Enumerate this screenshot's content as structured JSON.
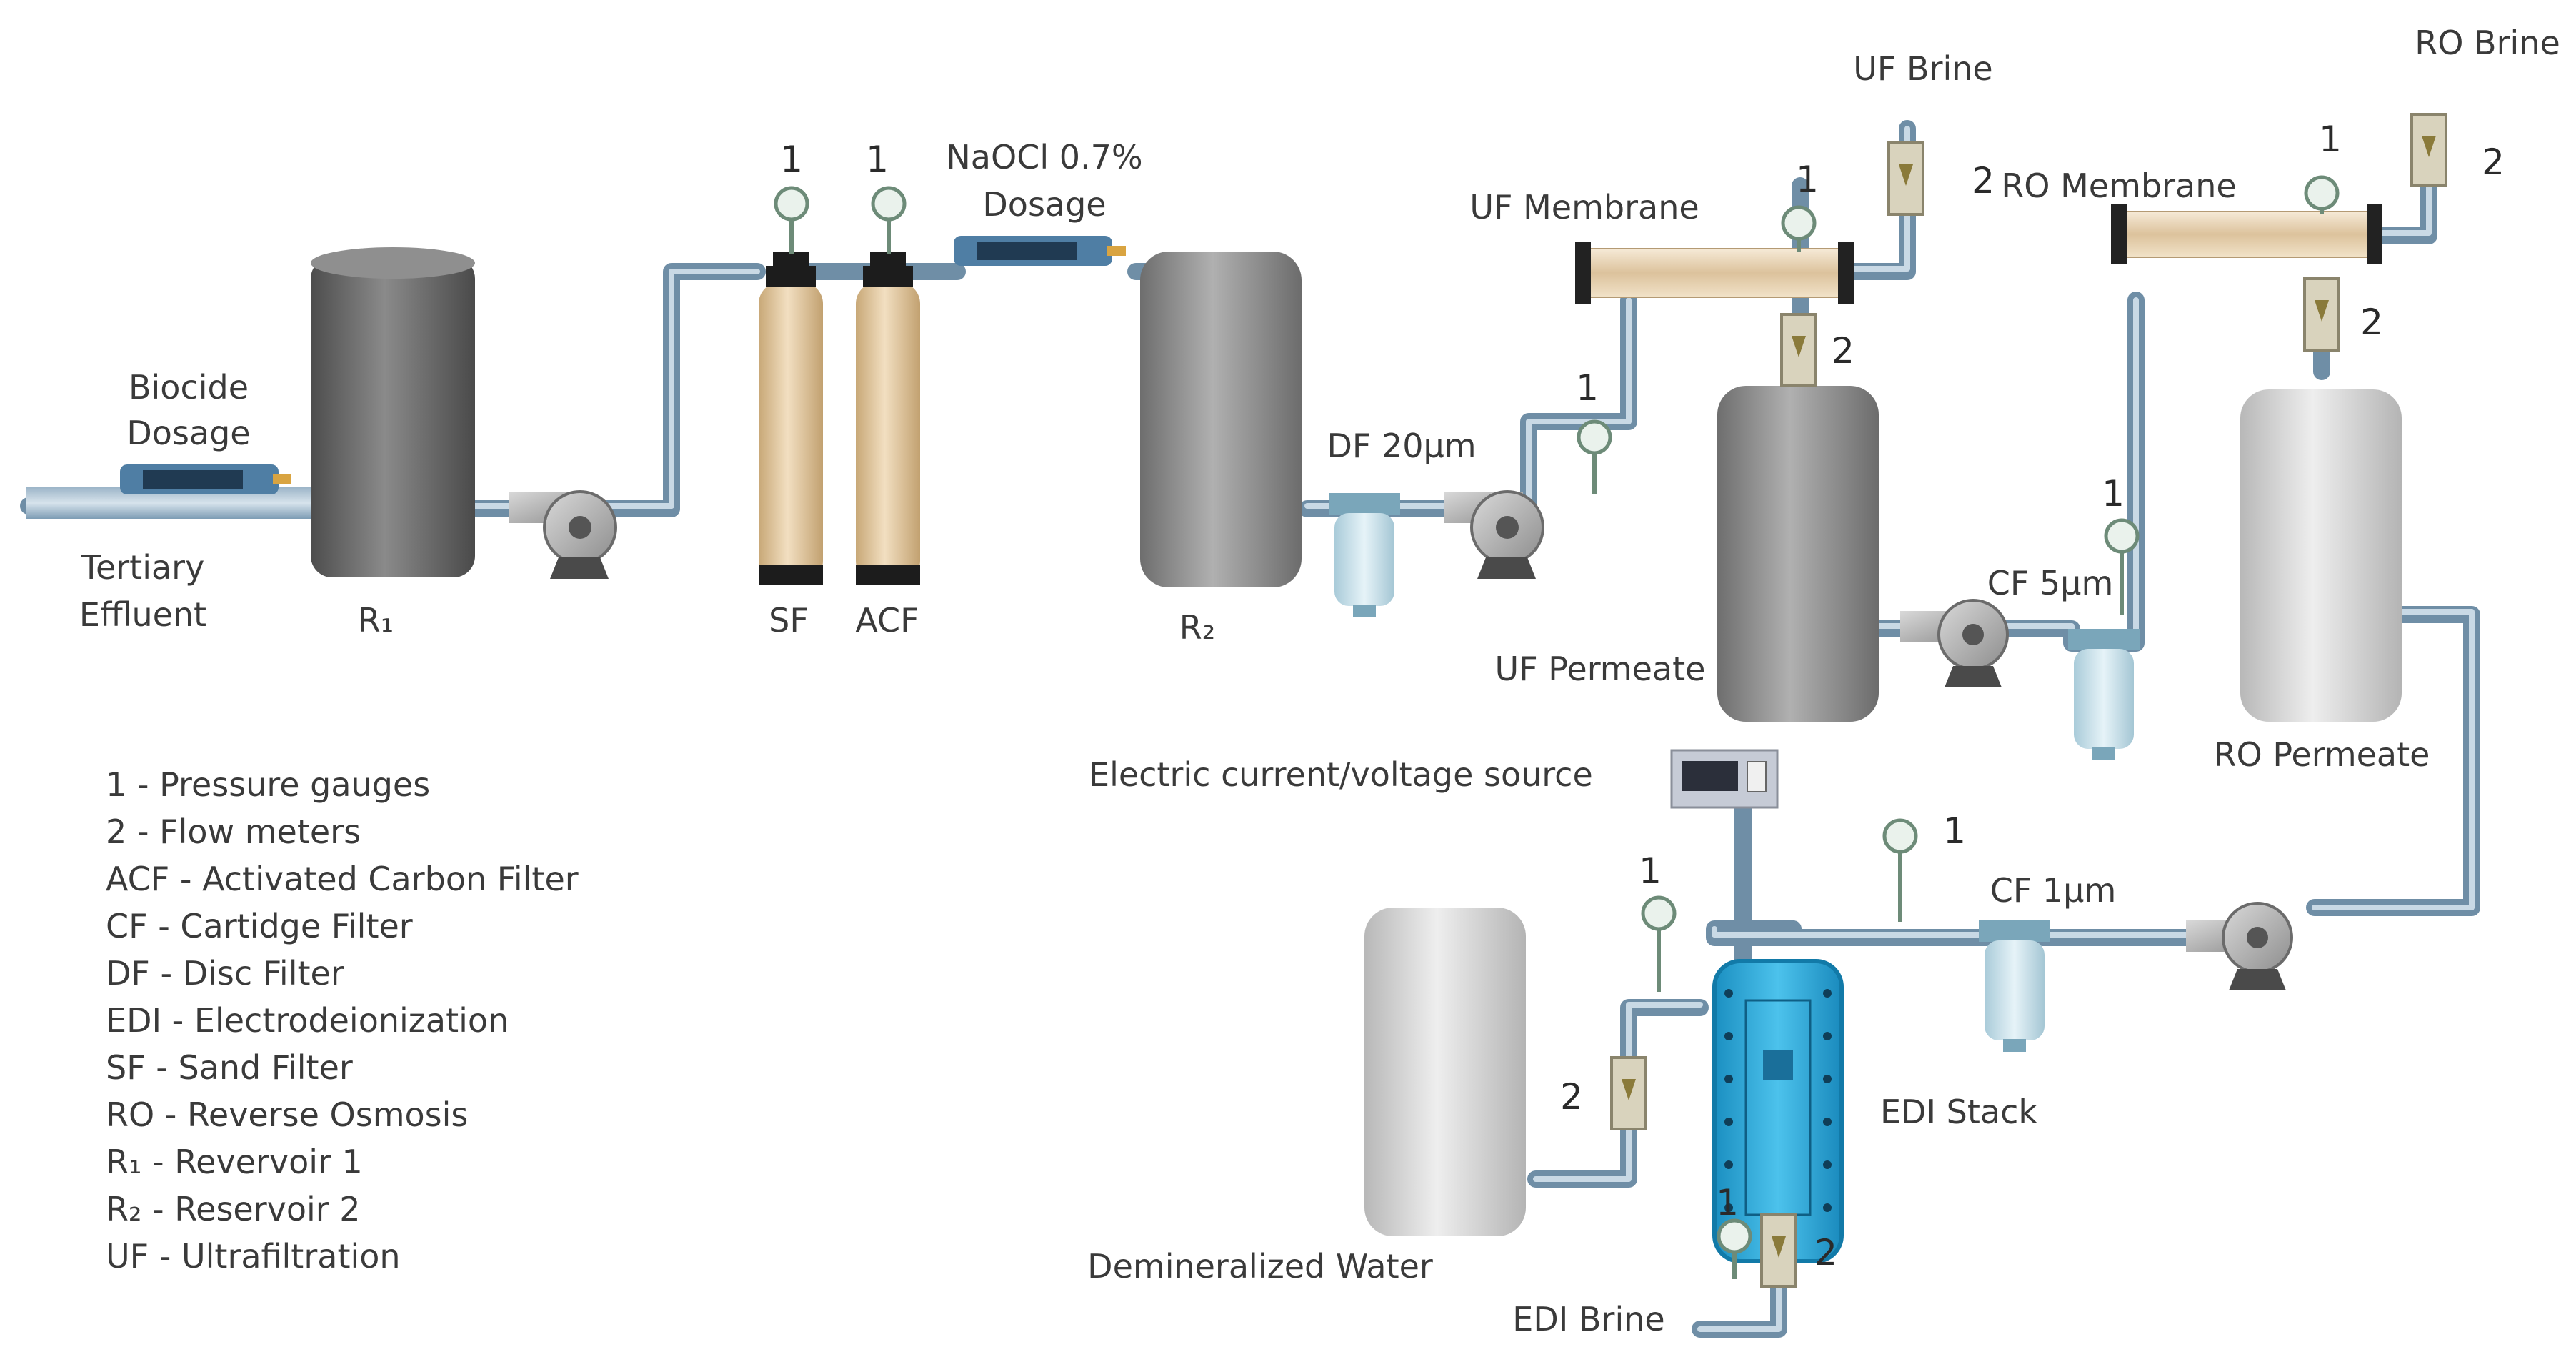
{
  "labels": {
    "biocide_line1": "Biocide",
    "biocide_line2": "Dosage",
    "tertiary_line1": "Tertiary",
    "tertiary_line2": "Effluent",
    "r1": "R₁",
    "sf": "SF",
    "acf": "ACF",
    "naocl_line1": "NaOCl 0.7%",
    "naocl_line2": "Dosage",
    "r2": "R₂",
    "df": "DF 20µm",
    "uf_membrane": "UF Membrane",
    "uf_brine": "UF Brine",
    "uf_permeate": "UF Permeate",
    "cf5": "CF 5µm",
    "ro_membrane": "RO Membrane",
    "ro_brine": "RO Brine",
    "ro_permeate": "RO Permeate",
    "power_source": "Electric current/voltage source",
    "cf1": "CF 1µm",
    "edi_stack": "EDI Stack",
    "demin_water": "Demineralized Water",
    "edi_brine": "EDI Brine"
  },
  "markers": {
    "gauge": "1",
    "flow": "2"
  },
  "legend": [
    "1 - Pressure gauges",
    "2 - Flow meters",
    "ACF - Activated Carbon Filter",
    "CF - Cartidge Filter",
    "DF - Disc Filter",
    "EDI - Electrodeionization",
    "SF - Sand Filter",
    "RO - Reverse Osmosis",
    "R₁ - Revervoir 1",
    "R₂ - Reservoir 2",
    "UF - Ultrafiltration"
  ],
  "colors": {
    "pipe": "#7d9cb4",
    "tank_dark": "#6a6a6a",
    "tank_light": "#d6d6d6",
    "filter_media": "#e3c9a2",
    "membrane": "#ead6b8",
    "edi_stack": "#29a9dc",
    "cartridge": "#cfe5ee"
  }
}
